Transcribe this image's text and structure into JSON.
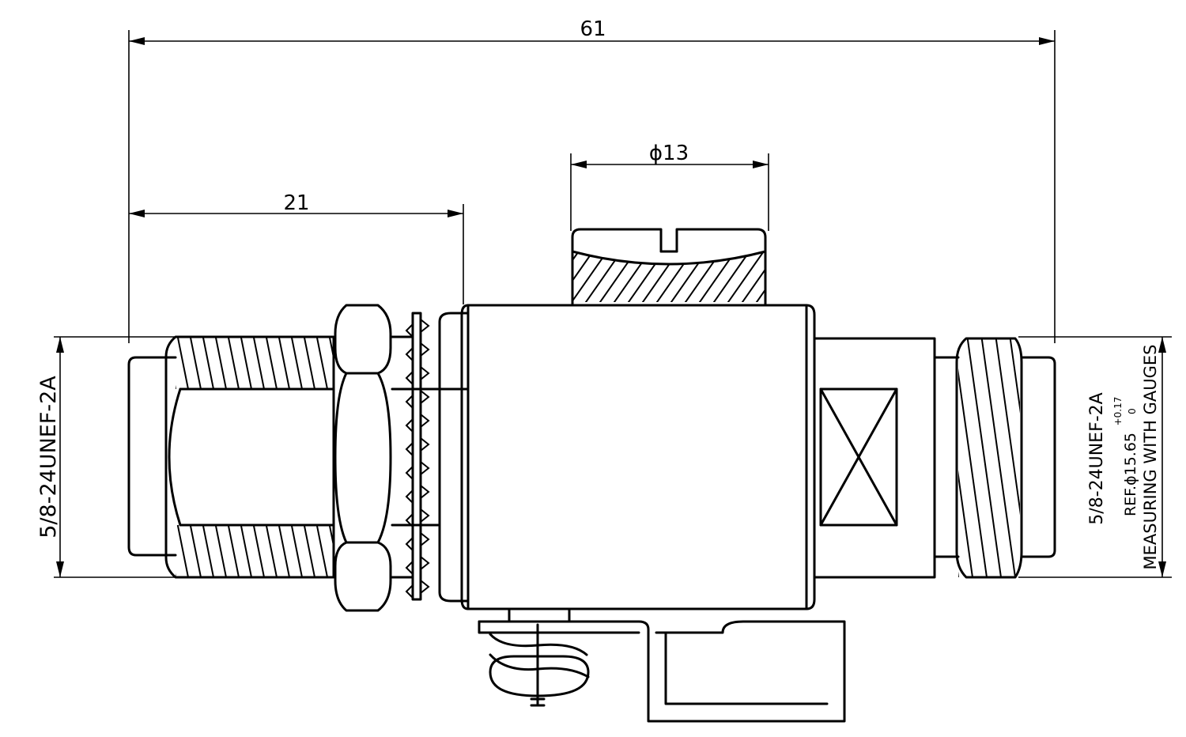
{
  "dimensions": {
    "overall_length": "61",
    "left_length": "21",
    "top_diameter": "ϕ13"
  },
  "thread_labels": {
    "left_thread": "5/8-24UNEF-2A",
    "right_thread": "5/8-24UNEF-2A",
    "right_ref_prefix": "REF.ϕ15.65",
    "right_tol_upper": "+0.17",
    "right_tol_lower": "0",
    "right_note": "MEASURING WITH GAUGES"
  }
}
